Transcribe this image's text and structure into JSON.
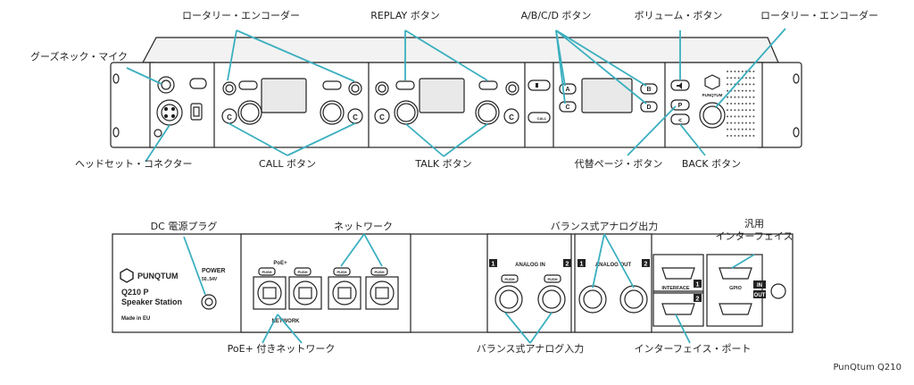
{
  "colors": {
    "callout": "#3aafbf",
    "outline": "#222222",
    "panel": "#ffffff",
    "rack": "#f2f2f2"
  },
  "front_labels": {
    "rotary_encoder_left": "ロータリー・エンコーダー",
    "replay_button": "REPLAY ボタン",
    "abcd_buttons": "A/B/C/D ボタン",
    "volume_button": "ボリューム・ボタン",
    "rotary_encoder_right": "ロータリー・エンコーダー",
    "gooseneck_mic": "グーズネック・マイク",
    "headset_connector": "ヘッドセット・コネクター",
    "call_button": "CALL ボタン",
    "talk_button": "TALK ボタン",
    "alt_page_button": "代替ページ・ボタン",
    "back_button": "BACK ボタン"
  },
  "front_panel": {
    "key_c": "C",
    "key_a": "A",
    "key_b": "B",
    "key_d": "D",
    "key_p": "P",
    "key_back": "<",
    "brand": "PUNQTUM",
    "call_small": "CALL"
  },
  "rear_labels": {
    "dc_plug": "DC 電源プラグ",
    "network": "ネットワーク",
    "balanced_out": "バランス式アナログ出力",
    "gpio_line1": "汎用",
    "gpio_line2": "インターフェイス",
    "poe_network": "PoE+ 付きネットワーク",
    "balanced_in": "バランス式アナログ入力",
    "interface_port": "インターフェイス・ポート"
  },
  "rear_panel": {
    "brand": "PUNQTUM",
    "model": "Q210 P",
    "subtitle": "Speaker Station",
    "made_in": "Made in EU",
    "power": "POWER",
    "power_rating": "50..54V",
    "poe": "PoE+",
    "network": "NETWORK",
    "push": "PUSH",
    "analog_in": "ANALOG IN",
    "analog_out": "ANALOG OUT",
    "interface": "INTERFACE",
    "gpio": "GPIO",
    "ch1": "1",
    "ch2": "2",
    "in": "IN",
    "out": "OUT"
  },
  "caption": "PunQtum Q210"
}
